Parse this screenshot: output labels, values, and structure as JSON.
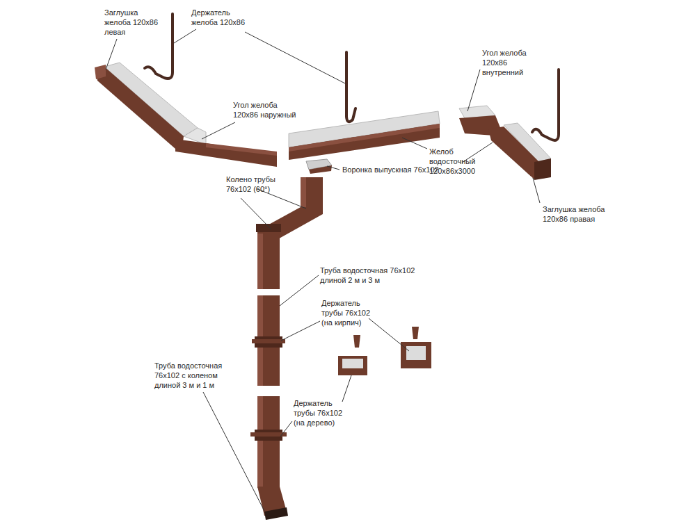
{
  "diagram": {
    "labels": [
      "Заглушка желоба 120x86 левая",
      "Держатель желоба 120x86",
      "Угол желоба 120x86 наружный",
      "Угол желоба 120x86 внутренний",
      "Желоб водосточный 120x86x3000",
      "Воронка выпускная 76x102",
      "Колено трубы 76x102 (60°)",
      "Заглушка желоба 120x86 правая",
      "Труба водосточная 76x102 длиной 2 м и 3 м",
      "Держатель трубы 76x102 (на кирпич)",
      "Труба водосточная 76x102 с коленом длиной 3 м и 1 м",
      "Держатель трубы 76x102 (на дерево)"
    ]
  }
}
